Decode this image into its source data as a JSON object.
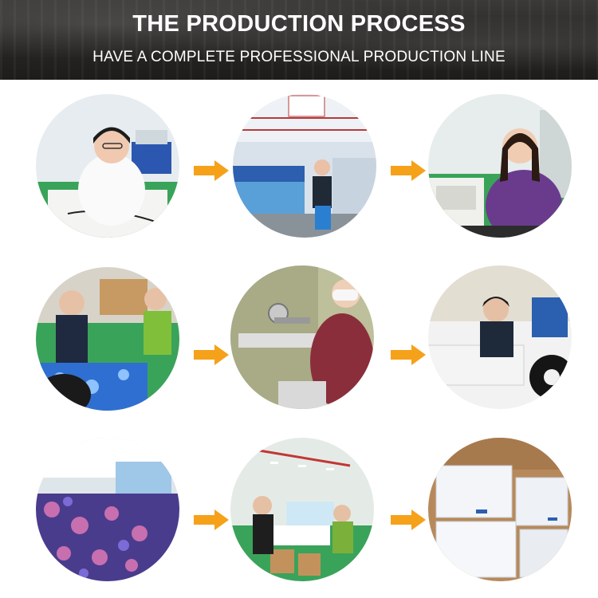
{
  "header": {
    "title": "THE PRODUCTION PROCESS",
    "subtitle": "HAVE A COMPLETE PROFESSIONAL PRODUCTION LINE"
  },
  "colors": {
    "arrow": "#f5a11a",
    "floor_green": "#3aa35a",
    "fabric_blue": "#2f6fd1",
    "header_bg": "#2a2927"
  },
  "steps": [
    {
      "id": "cutting-pattern",
      "row": 1,
      "col": 1
    },
    {
      "id": "cutting-tables",
      "row": 1,
      "col": 2
    },
    {
      "id": "sewing-purple",
      "row": 1,
      "col": 3
    },
    {
      "id": "sorting-fabric",
      "row": 2,
      "col": 1
    },
    {
      "id": "stuffing-machine",
      "row": 2,
      "col": 2
    },
    {
      "id": "sewing-pillow",
      "row": 2,
      "col": 3
    },
    {
      "id": "finished-stock",
      "row": 3,
      "col": 1
    },
    {
      "id": "packing-line",
      "row": 3,
      "col": 2
    },
    {
      "id": "packaged-boxes",
      "row": 3,
      "col": 3
    }
  ]
}
